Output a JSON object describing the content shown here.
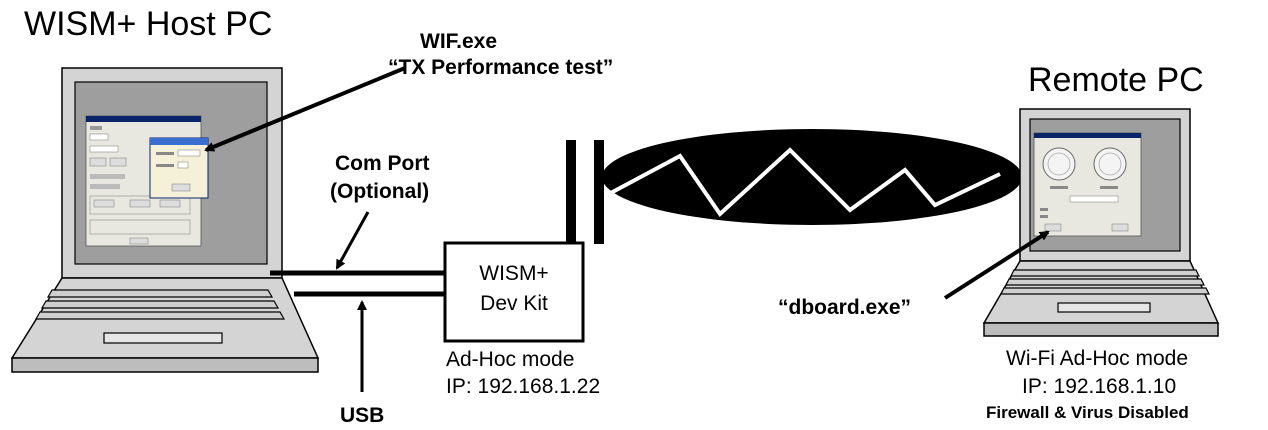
{
  "titles": {
    "host_pc": "WISM+ Host PC",
    "remote_pc": "Remote PC"
  },
  "callouts": {
    "wif_exe": "WIF.exe",
    "tx_test": "“TX Performance test”",
    "com_port_line1": "Com Port",
    "com_port_line2": "(Optional)",
    "usb": "USB",
    "dboard": "“dboard.exe”"
  },
  "dev_kit": {
    "line1": "WISM+",
    "line2": "Dev Kit",
    "mode": "Ad-Hoc mode",
    "ip": "IP: 192.168.1.22"
  },
  "remote": {
    "mode": "Wi-Fi Ad-Hoc mode",
    "ip": "IP: 192.168.1.10",
    "note": "Firewall & Virus Disabled"
  },
  "colors": {
    "line": "#000000",
    "screen_outer": "#d4d4d4",
    "screen_inner": "#9e9e9e",
    "keyboard": "#cfcfcf",
    "app_window": "#e8e8e0",
    "app_titlebar": "#0a246a",
    "cloud": "#000000",
    "zigzag": "#ffffff"
  }
}
